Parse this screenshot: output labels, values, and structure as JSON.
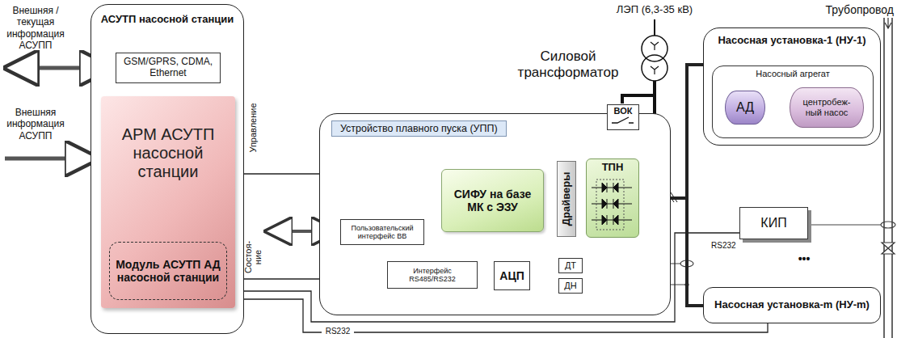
{
  "diagram": {
    "nodes": [
      {
        "text": [
          "АСУТП насосной станции"
        ]
      },
      {
        "text": [
          "GSM/GPRS, CDMA, Ethernet"
        ],
        "in": 0
      },
      {
        "text": [
          "АРМ АСУТП насосной станции"
        ],
        "in": 0
      },
      {
        "text": [
          "Модуль АСУТП АД насосной станции"
        ],
        "in": 2
      },
      {
        "text": [
          "Устройство плавного пуска (УПП)"
        ]
      },
      {
        "text": [
          "СИФУ на базе МК с ЭЗУ"
        ],
        "in": 4
      },
      {
        "text": [
          "Драйверы"
        ],
        "in": 4
      },
      {
        "text": [
          "ТПН"
        ],
        "in": 4
      },
      {
        "text": [
          "ВОК"
        ],
        "in": 4
      },
      {
        "text": [
          "Пользовательский интерфейс ВВ"
        ],
        "in": 4
      },
      {
        "text": [
          "Интерфейс RS485/RS232"
        ],
        "in": 4
      },
      {
        "text": [
          "АЦП"
        ],
        "in": 4
      },
      {
        "text": [
          "ДТ"
        ],
        "in": 4
      },
      {
        "text": [
          "ДН"
        ],
        "in": 4
      },
      {
        "text": [
          "Насосная установка-1 (НУ-1)"
        ]
      },
      {
        "text": [
          "Насосный агрегат"
        ],
        "in": 14
      },
      {
        "text": [
          "АД"
        ],
        "in": 15
      },
      {
        "text": [
          "центробеж- ный насос"
        ],
        "in": 15
      },
      {
        "text": [
          "КИП"
        ]
      },
      {
        "text": [
          "Насосная установка-m (НУ-m)"
        ]
      }
    ],
    "edges": [
      {
        "from": 1,
        "to": 2,
        "arrow": "both"
      },
      {
        "from": 2,
        "to": 5,
        "arrow": "to"
      },
      {
        "from": 10,
        "to": 5,
        "arrow": "both"
      },
      {
        "from": 10,
        "to": 2,
        "arrow": "to"
      },
      {
        "from": 11,
        "to": 10,
        "arrow": "to"
      },
      {
        "from": 12,
        "to": 11,
        "arrow": "to"
      },
      {
        "from": 13,
        "to": 11,
        "arrow": "to"
      },
      {
        "from": 5,
        "to": 6,
        "arrow": "to"
      },
      {
        "from": 6,
        "to": 7,
        "arrow": "none"
      },
      {
        "from": 8,
        "to": 7,
        "arrow": "none"
      },
      {
        "from": 7,
        "to": 14,
        "arrow": "none"
      },
      {
        "from": 7,
        "to": 19,
        "arrow": "none"
      },
      {
        "from": 18,
        "to": 2,
        "arrow": "to"
      },
      {
        "from": 19,
        "to": 2,
        "arrow": "to"
      }
    ],
    "labels": [
      "Внешняя / текущая информация АСУПП",
      "Внешняя информация АСУПП",
      "ЛЭП (6,3-35 кВ)",
      "Силовой трансформатор",
      "Трубопровод",
      "Управление",
      "Состоя- ние",
      "RS232",
      "•••",
      "RS232"
    ]
  }
}
